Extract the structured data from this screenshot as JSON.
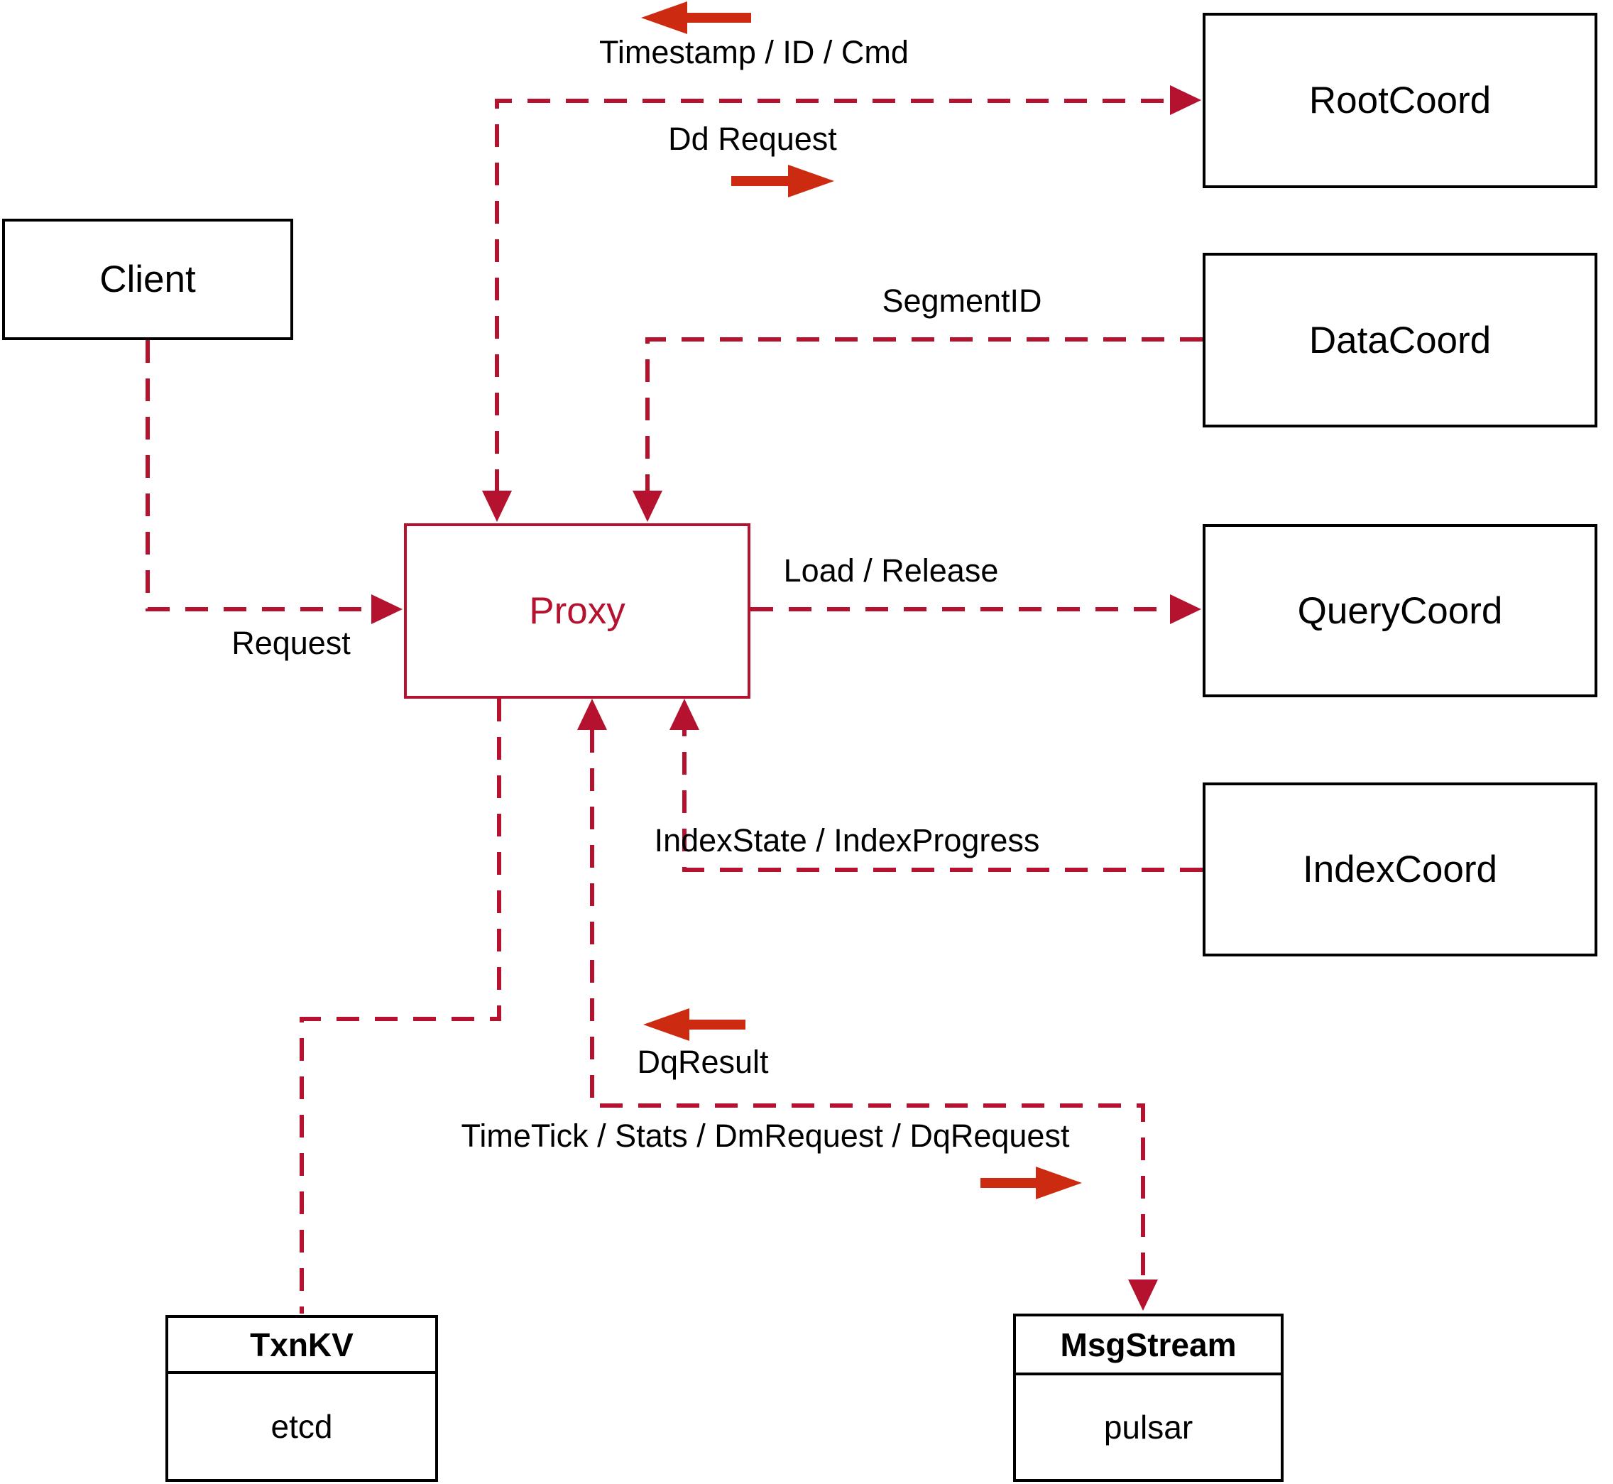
{
  "diagram": {
    "nodes": {
      "client": {
        "label": "Client"
      },
      "proxy": {
        "label": "Proxy"
      },
      "root_coord": {
        "label": "RootCoord"
      },
      "data_coord": {
        "label": "DataCoord"
      },
      "query_coord": {
        "label": "QueryCoord"
      },
      "index_coord": {
        "label": "IndexCoord"
      },
      "txn_kv": {
        "title": "TxnKV",
        "impl": "etcd"
      },
      "msg_stream": {
        "title": "MsgStream",
        "impl": "pulsar"
      }
    },
    "edge_labels": {
      "timestamp_id_cmd": "Timestamp / ID / Cmd",
      "dd_request": "Dd Request",
      "segment_id": "SegmentID",
      "load_release": "Load / Release",
      "index_state": "IndexState / IndexProgress",
      "request": "Request",
      "dq_result": "DqResult",
      "time_tick": "TimeTick / Stats / DmRequest / DqRequest"
    },
    "icons": {
      "flow_arrow_left_top": "left-arrow",
      "flow_arrow_right_top": "right-arrow",
      "flow_arrow_left_bottom": "left-arrow",
      "flow_arrow_right_bottom": "right-arrow"
    },
    "colors": {
      "connector_dashed": "#b5122f",
      "flow_arrow_solid": "#cc2b12",
      "box_border": "#000000",
      "background": "#ffffff"
    }
  }
}
